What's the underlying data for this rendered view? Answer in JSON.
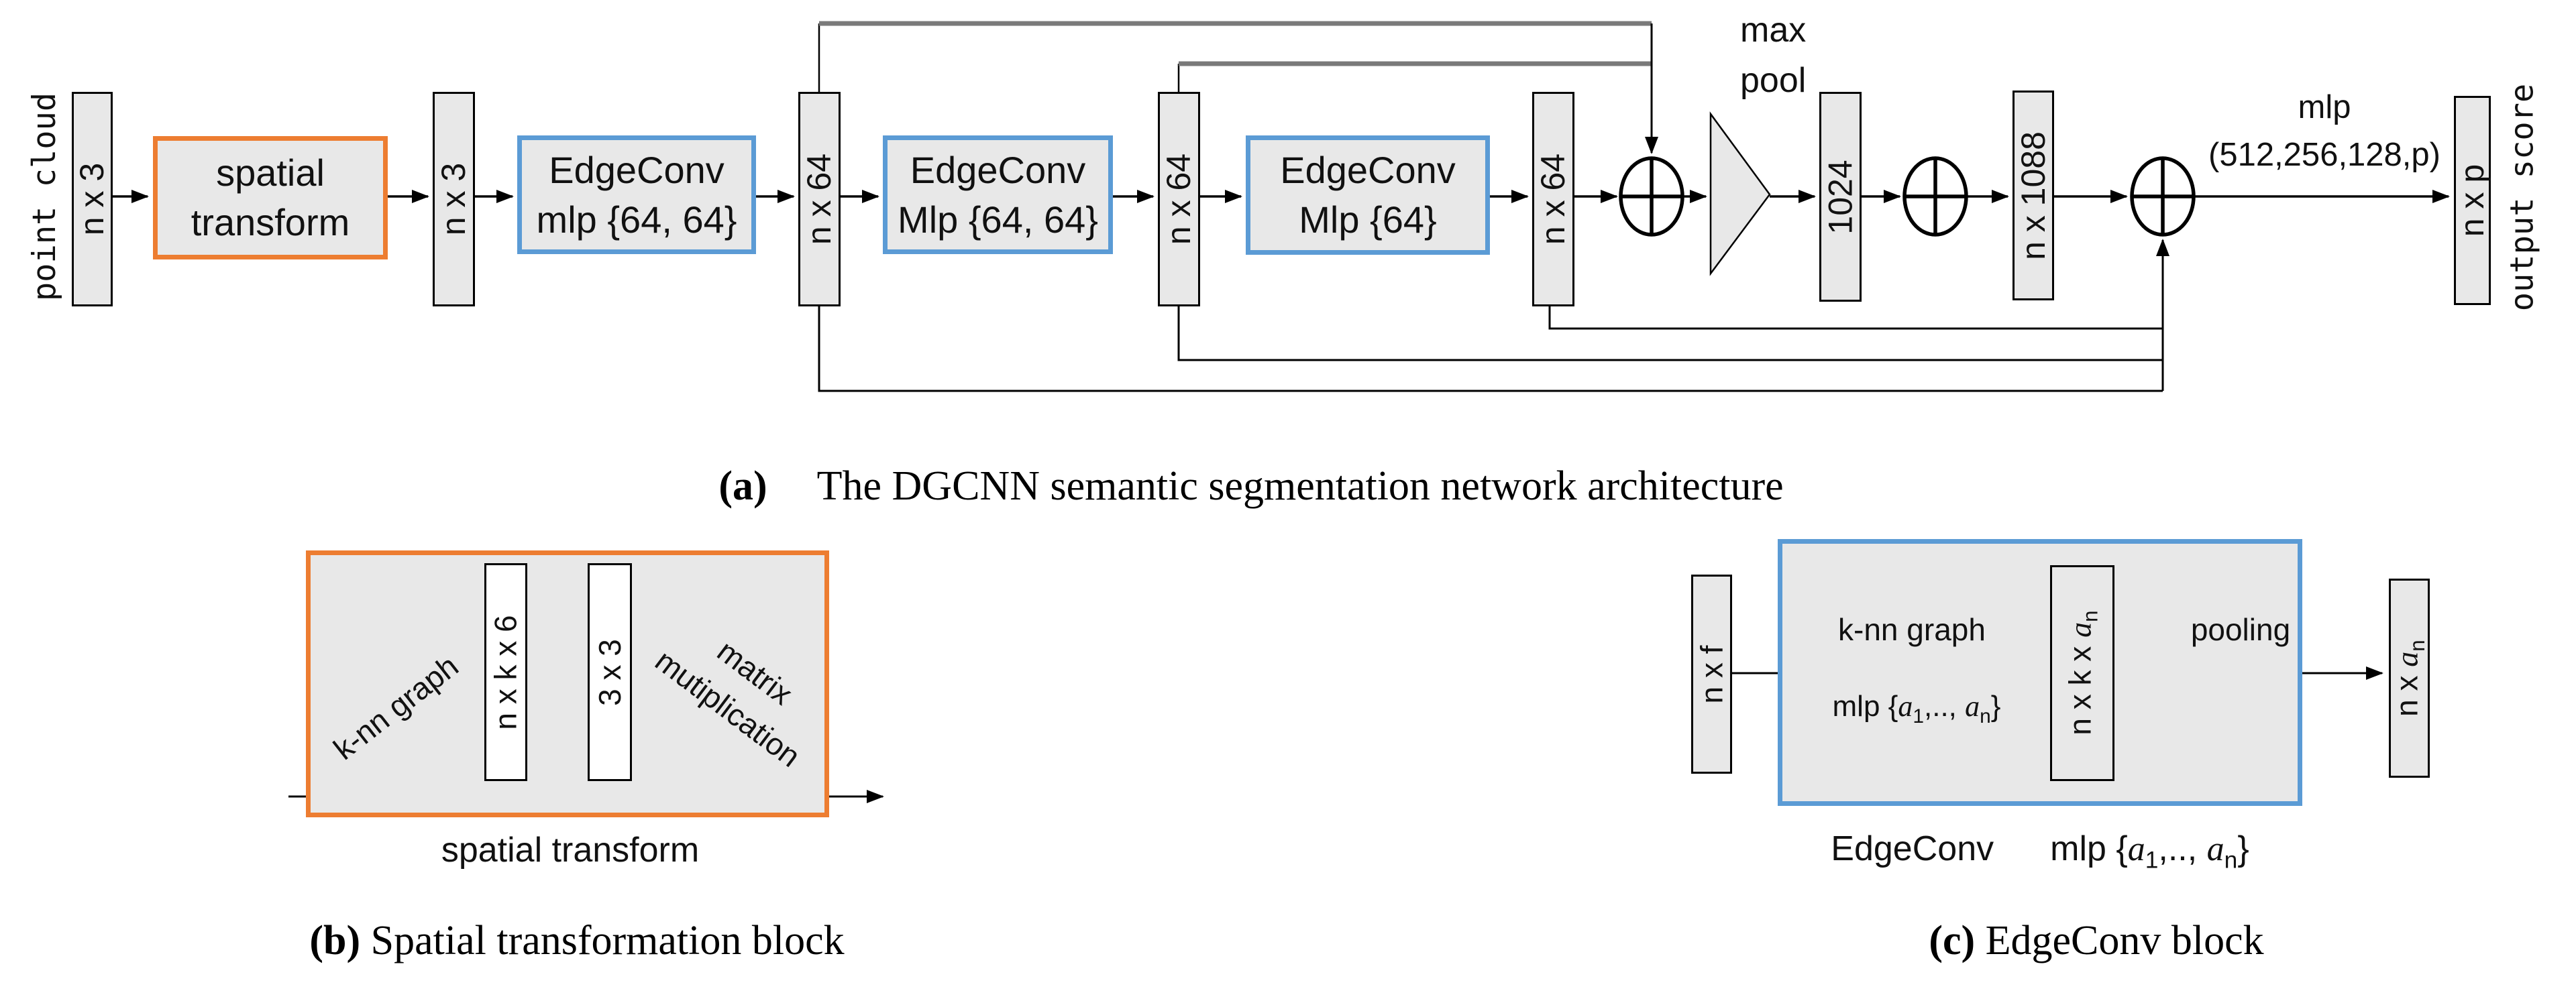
{
  "colors": {
    "orange_border": "#ed7d31",
    "blue_border": "#5b9bd5",
    "box_fill": "#e8e8e8",
    "skip_line_gray": "#7a7a7a",
    "line_black": "#000000"
  },
  "network": {
    "input_label": "point cloud",
    "output_label": "output score",
    "slabs": {
      "n3a": {
        "label": "n x 3"
      },
      "n3b": {
        "label": "n x 3"
      },
      "n64a": {
        "label": "n x 64"
      },
      "n64b": {
        "label": "n x 64"
      },
      "n64c": {
        "label": "n x 64"
      },
      "v1024": {
        "label": "1024"
      },
      "n1088": {
        "label": "n x 1088"
      },
      "np": {
        "label": "n x p"
      }
    },
    "spatial_transform": {
      "line1": "spatial",
      "line2": "transform"
    },
    "edgeconv1": {
      "line1": "EdgeConv",
      "line2": "mlp {64, 64}"
    },
    "edgeconv2": {
      "line1": "EdgeConv",
      "line2": "Mlp {64, 64}"
    },
    "edgeconv3": {
      "line1": "EdgeConv",
      "line2": "Mlp {64}"
    },
    "maxpool": {
      "line1": "max",
      "line2": "pool"
    },
    "mlp_head": {
      "line1": "mlp",
      "line2": "(512,256,128,p)"
    }
  },
  "b_block": {
    "knn_label": "k-nn graph",
    "box1_label": "n x k x 6",
    "box2_label": "3 x 3",
    "matrix_line1": "matrix",
    "matrix_line2": "mutiplication",
    "bottom_label": "spatial transform"
  },
  "c_block": {
    "input_label": "n x f",
    "knn_label": "k-nn graph",
    "mlp_label": {
      "pre": "mlp {",
      "a1": "a",
      "s1": "1",
      "mid": ",.., ",
      "a2": "a",
      "s2": "n",
      "post": "}"
    },
    "inner_box": {
      "pre": "n x k x ",
      "a": "a",
      "sub": "n"
    },
    "pooling_label": "pooling",
    "output_box": {
      "pre": "n x ",
      "a": "a",
      "sub": "n"
    },
    "bottom_left": "EdgeConv",
    "bottom_mlp": {
      "pre": "mlp {",
      "a1": "a",
      "s1": "1",
      "mid": ",.., ",
      "a2": "a",
      "s2": "n",
      "post": "}"
    }
  },
  "captions": {
    "a": {
      "tag": "(a)",
      "text": "The DGCNN semantic segmentation network architecture"
    },
    "b": {
      "tag": "(b)",
      "text": " Spatial transformation block"
    },
    "c": {
      "tag": "(c)",
      "text": " EdgeConv block"
    }
  }
}
